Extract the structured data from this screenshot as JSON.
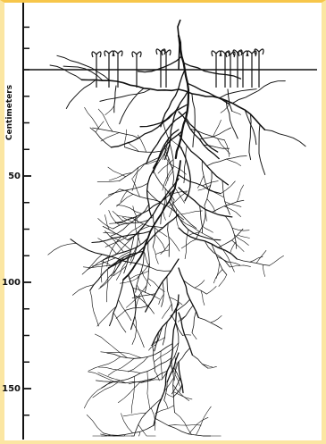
{
  "diagram": {
    "axis_title": "Centimeters",
    "ticks": [
      {
        "label": "50",
        "depth": 50
      },
      {
        "label": "100",
        "depth": 100
      },
      {
        "label": "150",
        "depth": 150
      }
    ],
    "depth_range": [
      0,
      170
    ],
    "ink_color": "#111111",
    "background_color": "#ffffff",
    "frame_color": "#f7c64a"
  }
}
